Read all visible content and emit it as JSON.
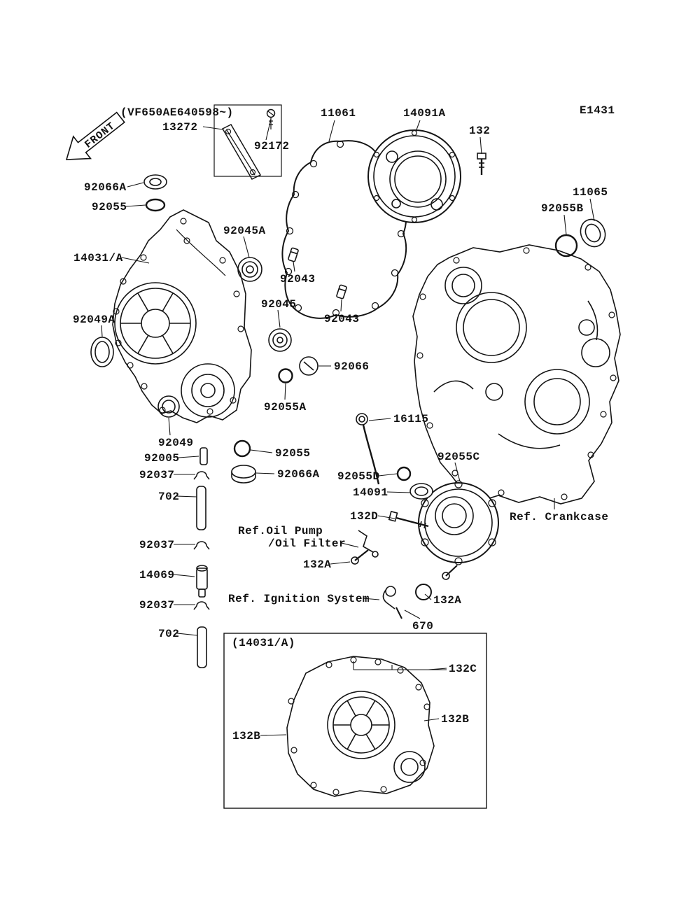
{
  "page": {
    "code": "E1431",
    "front_label": "FRONT"
  },
  "labels": {
    "vin": "(VF650AE640598~)",
    "p13272": "13272",
    "p92172": "92172",
    "p11061": "11061",
    "p14091a": "14091A",
    "p132": "132",
    "p11065": "11065",
    "p92055b": "92055B",
    "p92066a_1": "92066A",
    "p92055_1": "92055",
    "p92045a": "92045A",
    "p14031": "14031/A",
    "p92043_1": "92043",
    "p92045": "92045",
    "p92043_2": "92043",
    "p92049a": "92049A",
    "p92066": "92066",
    "p92055a": "92055A",
    "p16115": "16115",
    "p92049": "92049",
    "p92005": "92005",
    "p92055_2": "92055",
    "p92037_1": "92037",
    "p92066a_2": "92066A",
    "p92055c": "92055C",
    "p92055d": "92055D",
    "p14091": "14091",
    "p702_1": "702",
    "p132d": "132D",
    "ref_crankcase": "Ref. Crankcase",
    "ref_oil_pump": "Ref.Oil Pump",
    "ref_oil_filter": "/Oil Filter",
    "p92037_2": "92037",
    "p132a_1": "132A",
    "p14069": "14069",
    "ref_ignition": "Ref. Ignition System",
    "p132a_2": "132A",
    "p92037_3": "92037",
    "p670": "670",
    "p702_2": "702",
    "inset_title": "(14031/A)",
    "p132c": "132C",
    "p132b_1": "132B",
    "p132b_2": "132B"
  }
}
